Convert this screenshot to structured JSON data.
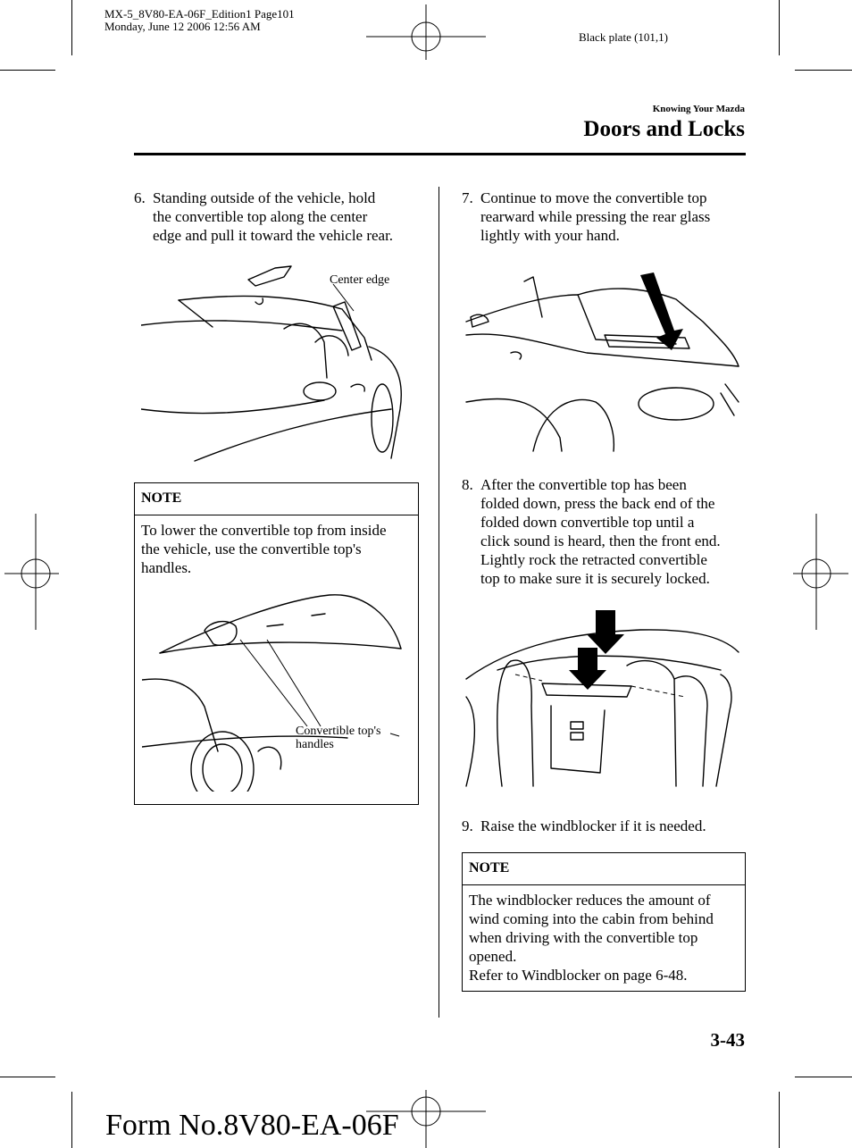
{
  "print_meta": {
    "file_line": "MX-5_8V80-EA-06F_Edition1 Page101",
    "date_line": "Monday, June 12 2006 12:56 AM",
    "plate": "Black plate (101,1)"
  },
  "header": {
    "section": "Knowing Your Mazda",
    "title": "Doors and Locks"
  },
  "left": {
    "step6": {
      "num": "6.",
      "lines": [
        "Standing outside of the vehicle, hold",
        "the convertible top along the center",
        "edge and pull it toward the vehicle rear."
      ]
    },
    "fig1_label": "Center edge",
    "note": {
      "heading": "NOTE",
      "lines": [
        "To lower the convertible top from inside",
        "the vehicle, use the convertible top's",
        "handles."
      ]
    },
    "fig2_label_1": "Convertible top's",
    "fig2_label_2": "handles"
  },
  "right": {
    "step7": {
      "num": "7.",
      "lines": [
        "Continue to move the convertible top",
        "rearward while pressing the rear glass",
        "lightly with your hand."
      ]
    },
    "step8": {
      "num": "8.",
      "lines": [
        "After the convertible top has been",
        "folded down, press the back end of the",
        "folded down convertible top until a",
        "click sound is heard, then the front end.",
        "Lightly rock the retracted convertible",
        "top to make sure it is securely locked."
      ]
    },
    "step9": {
      "num": "9.",
      "lines": [
        "Raise the windblocker if it is needed."
      ]
    },
    "note": {
      "heading": "NOTE",
      "lines": [
        "The windblocker reduces the amount of",
        "wind coming into the cabin from behind",
        "when driving with the convertible top",
        "opened.",
        "Refer to Windblocker on page 6-48."
      ]
    }
  },
  "page_number": "3-43",
  "form_number": "Form No.8V80-EA-06F"
}
